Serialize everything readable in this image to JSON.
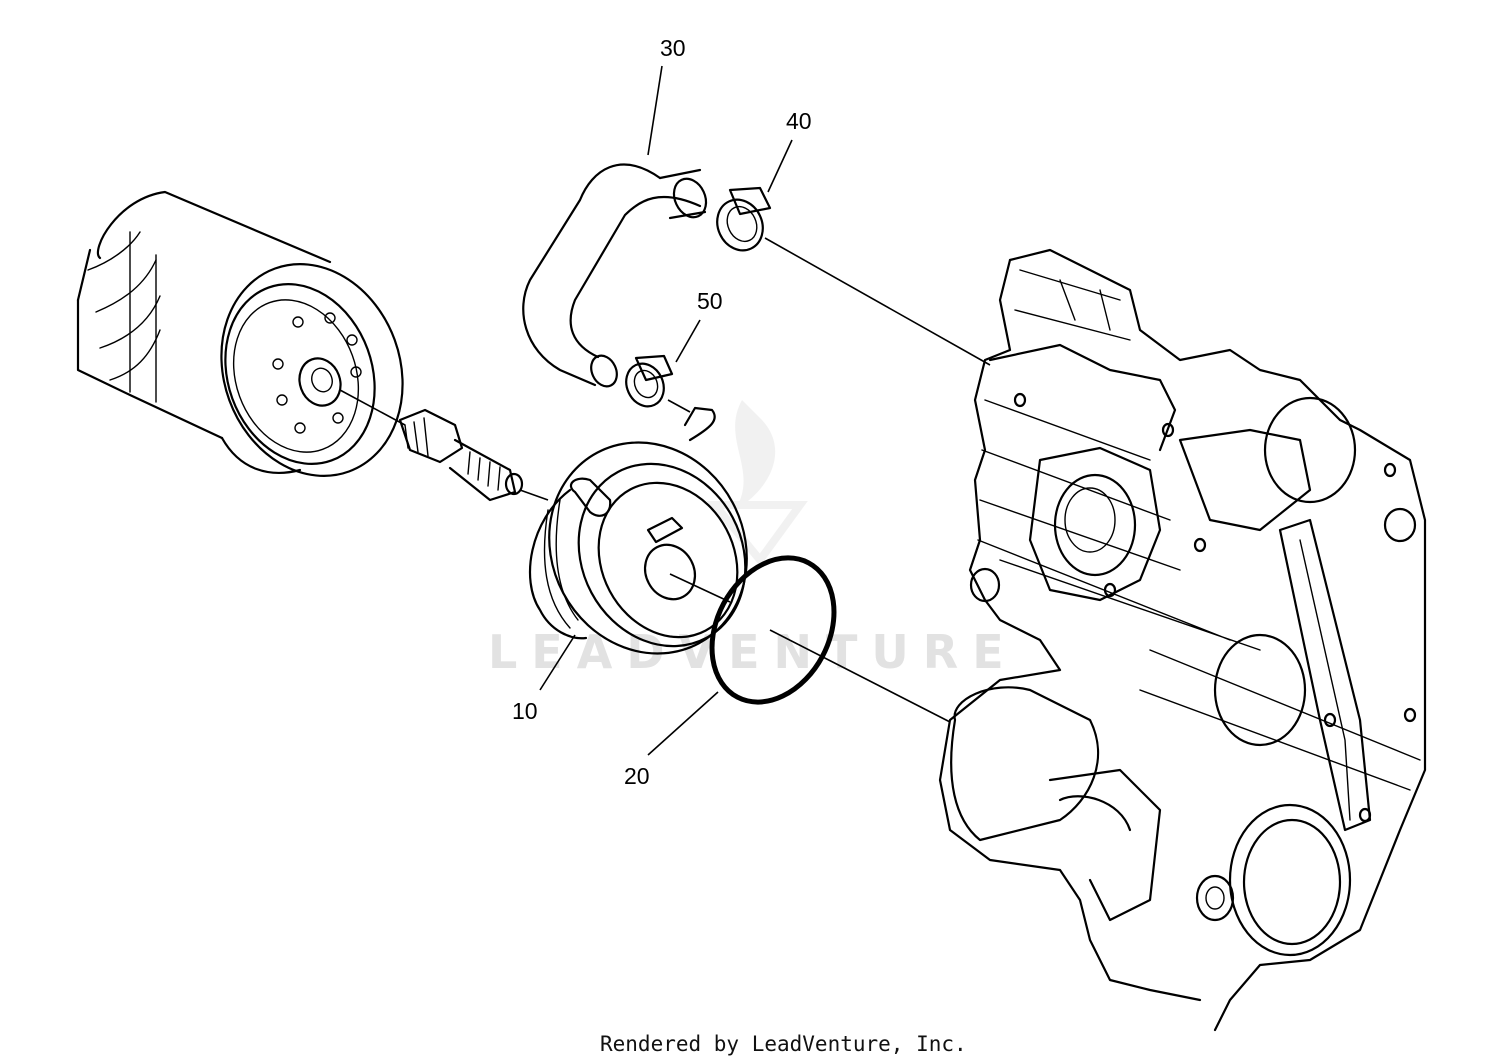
{
  "watermark": "LEADVENTURE",
  "footer": "Rendered by LeadVenture, Inc.",
  "callouts": {
    "c10": "10",
    "c20": "20",
    "c30": "30",
    "c40": "40",
    "c50": "50"
  }
}
